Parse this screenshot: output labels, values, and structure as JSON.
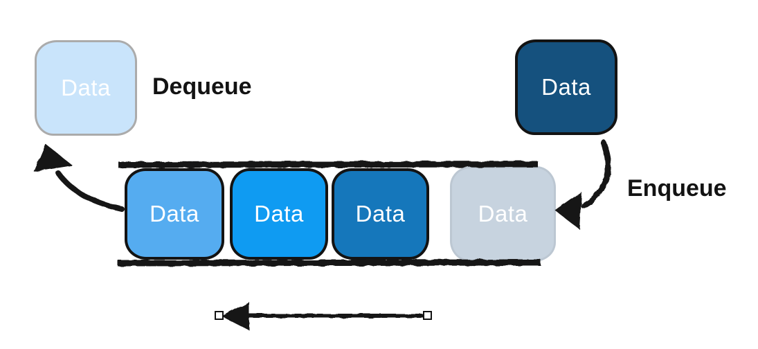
{
  "diagram": {
    "background": "#ffffff",
    "line_color": "#131313",
    "operations": {
      "dequeue_label": "Dequeue",
      "enqueue_label": "Enqueue"
    },
    "dequeued_item": {
      "label": "Data",
      "fill": "#c9e4fb",
      "border": "#ababab",
      "text_color": "#ffffff"
    },
    "incoming_item": {
      "label": "Data",
      "fill": "#15517e",
      "border": "#131313",
      "text_color": "#ffffff"
    },
    "queue": {
      "items": [
        {
          "label": "Data",
          "fill": "#55acf0",
          "border": "#131313",
          "text_color": "#ffffff"
        },
        {
          "label": "Data",
          "fill": "#0f9bf2",
          "border": "#131313",
          "text_color": "#ffffff"
        },
        {
          "label": "Data",
          "fill": "#1577bb",
          "border": "#131313",
          "text_color": "#ffffff"
        },
        {
          "label": "Data",
          "fill": "#c7d3df",
          "border": "#bcc7d2",
          "text_color": "#ffffff"
        }
      ]
    }
  }
}
